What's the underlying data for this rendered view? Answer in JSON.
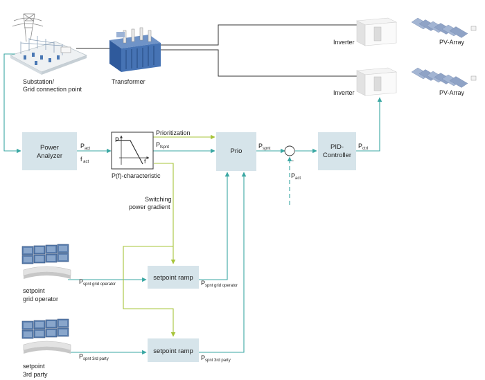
{
  "labels": {
    "substation_line1": "Substation/",
    "substation_line2": "Grid connection point",
    "transformer": "Transformer",
    "inverter_top": "Inverter",
    "inverter_bottom": "Inverter",
    "pv_top": "PV-Array",
    "pv_bottom": "PV-Array",
    "prioritization": "Prioritization",
    "pf_characteristic": "P(f)-characteristic",
    "switching_line1": "Switching",
    "switching_line2": "power gradient",
    "setpoint_go_line1": "setpoint",
    "setpoint_go_line2": "grid operator",
    "setpoint_3p_line1": "setpoint",
    "setpoint_3p_line2": "3rd party"
  },
  "blocks": {
    "power_analyzer_line1": "Power",
    "power_analyzer_line2": "Analyzer",
    "prio": "Prio",
    "pid_line1": "PID-",
    "pid_line2": "Controller",
    "ramp_top": "setpoint ramp",
    "ramp_bottom": "setpoint ramp"
  },
  "pf_axes": {
    "p": "P",
    "f": "f"
  },
  "signals": {
    "p_act": {
      "main": "P",
      "sub": "act"
    },
    "f_act": {
      "main": "f",
      "sub": " act"
    },
    "p_fspnt": {
      "main": "P",
      "sub": "fspnt"
    },
    "p_spnt": {
      "main": "P",
      "sub": "spnt"
    },
    "p_ctrl": {
      "main": "P",
      "sub": "ctrl"
    },
    "p_act_feedback": {
      "main": "P",
      "sub": "act"
    },
    "minus": "-",
    "p_spnt_go_in": {
      "main": "P",
      "sub": "spnt grid operator"
    },
    "p_spnt_go_out": {
      "main": "P",
      "sub": "spnt grid operator"
    },
    "p_spnt_3p_in": {
      "main": "P",
      "sub": "spnt 3rd party"
    },
    "p_spnt_3p_out": {
      "main": "P",
      "sub": "spnt 3rd party"
    }
  },
  "colors": {
    "teal": "#3aa7a3",
    "green": "#a7c43a",
    "block_fill": "#d6e4ea",
    "power_line": "#333333"
  },
  "icons": [
    "substation-icon",
    "transformer-icon",
    "inverter-icon",
    "pv-array-icon",
    "control-room-icon"
  ]
}
